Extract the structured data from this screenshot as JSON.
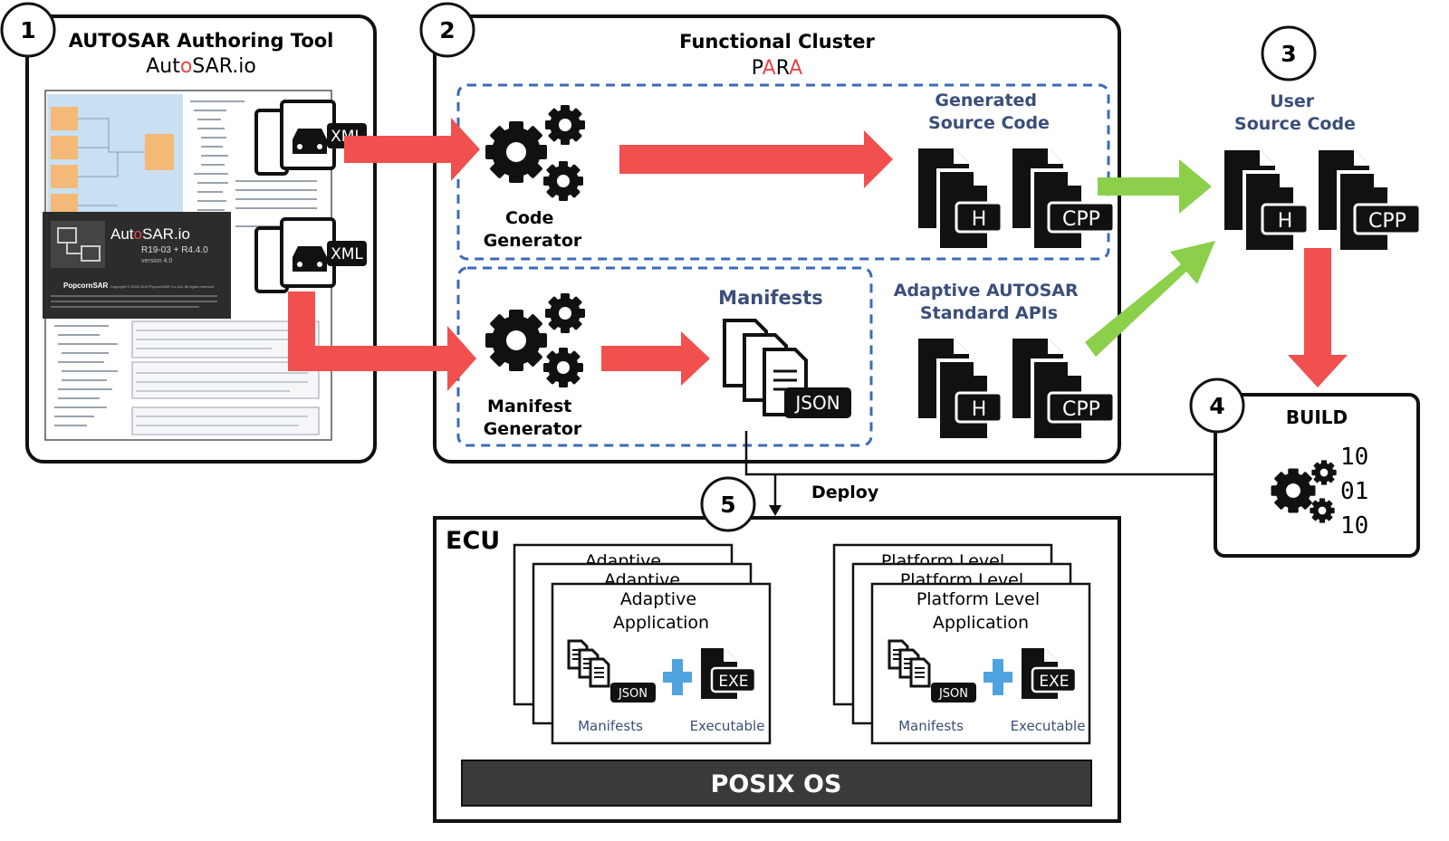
{
  "colors": {
    "red_arrow": "#f24f4f",
    "green_arrow": "#8ccf4a",
    "dashed_box": "#3d6ab8",
    "os_bar": "#3a3a3a",
    "plus": "#4fa3df",
    "label_blue": "#3a4e7a",
    "accent_red": "#e94646"
  },
  "steps": [
    "1",
    "2",
    "3",
    "4",
    "5"
  ],
  "authoring_tool": {
    "title": "AUTOSAR Authoring Tool",
    "brand": {
      "pre": "Aut",
      "accent": "o",
      "post": "SAR.io"
    },
    "splash": {
      "brand": {
        "pre": "Aut",
        "accent": "o",
        "post": "SAR.io"
      },
      "version_line": "R19-03 + R4.4.0",
      "version": "version 4.0",
      "vendor": "PopcornSAR",
      "copyright": "Copyright © 2016-2019 PopcornSAR Co.,Ltd. All rights reserved."
    },
    "file_badges": [
      "XML",
      "XML"
    ]
  },
  "functional_cluster": {
    "title": "Functional Cluster",
    "brand": {
      "p": "P",
      "a1": "A",
      "r": "R",
      "a2": "A"
    },
    "code_generator": [
      "Code",
      "Generator"
    ],
    "generated_source": [
      "Generated",
      "Source Code"
    ],
    "manifest_generator": [
      "Manifest",
      "Generator"
    ],
    "manifests": "Manifests",
    "standard_apis": [
      "Adaptive AUTOSAR",
      "Standard APIs"
    ],
    "file_badges": {
      "h": "H",
      "cpp": "CPP",
      "json": "JSON"
    }
  },
  "user_source": {
    "title": [
      "User",
      "Source Code"
    ],
    "badges": [
      "H",
      "CPP"
    ]
  },
  "build": {
    "title": "BUILD",
    "binary": [
      "10",
      "01",
      "10"
    ]
  },
  "deploy_label": "Deploy",
  "ecu": {
    "title": "ECU",
    "adaptive_app": {
      "back_titles": [
        "Adaptive",
        "Adaptive"
      ],
      "title": [
        "Adaptive",
        "Application"
      ],
      "manifests": "Manifests",
      "executable": "Executable",
      "json": "JSON",
      "exe": "EXE"
    },
    "platform_app": {
      "back_titles": [
        "Platform Level",
        "Platform Level"
      ],
      "title": [
        "Platform Level",
        "Application"
      ],
      "manifests": "Manifests",
      "executable": "Executable",
      "json": "JSON",
      "exe": "EXE"
    },
    "os": "POSIX OS"
  }
}
